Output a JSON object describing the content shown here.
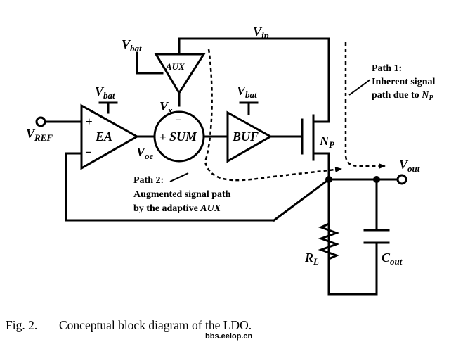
{
  "labels": {
    "vin": "V",
    "vin_sub": "in",
    "vbat": "V",
    "vbat_sub": "bat",
    "vref": "V",
    "vref_sub": "REF",
    "vx": "V",
    "vx_sub": "x",
    "voe": "V",
    "voe_sub": "oe",
    "vout": "V",
    "vout_sub": "out",
    "np": "N",
    "np_sub": "P",
    "rl": "R",
    "rl_sub": "L",
    "cout": "C",
    "cout_sub": "out"
  },
  "blocks": {
    "ea": "EA",
    "aux": "AUX",
    "sum": "SUM",
    "buf": "BUF"
  },
  "signs": {
    "plus": "+",
    "minus": "−"
  },
  "path1": {
    "line1": "Path 1:",
    "line2": "Inherent signal",
    "line3_prefix": "path due to ",
    "line3_var": "N",
    "line3_sub": "P"
  },
  "path2": {
    "line1": "Path 2:",
    "line2": "Augmented signal path",
    "line3_prefix": "by the adaptive ",
    "line3_var": "AUX"
  },
  "caption": {
    "number": "Fig. 2.",
    "text": "Conceptual block diagram of the LDO."
  },
  "watermark": "bbs.eelop.cn"
}
